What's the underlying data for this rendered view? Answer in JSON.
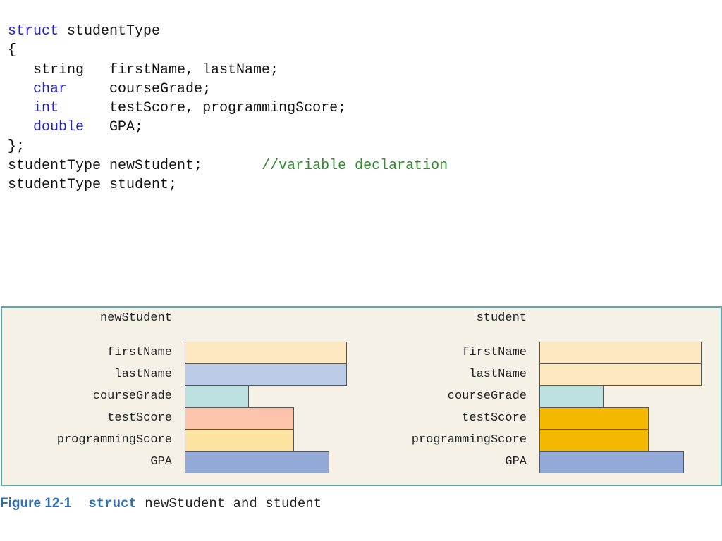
{
  "code": {
    "lines": [
      {
        "segments": [
          {
            "t": "struct",
            "c": "kw"
          },
          {
            "t": " studentType",
            "c": ""
          }
        ]
      },
      {
        "segments": [
          {
            "t": "{",
            "c": ""
          }
        ]
      },
      {
        "segments": [
          {
            "t": "   string   firstName, lastName;",
            "c": ""
          }
        ]
      },
      {
        "segments": [
          {
            "t": "   ",
            "c": ""
          },
          {
            "t": "char",
            "c": "kw"
          },
          {
            "t": "     courseGrade;",
            "c": ""
          }
        ]
      },
      {
        "segments": [
          {
            "t": "   ",
            "c": ""
          },
          {
            "t": "int",
            "c": "kw"
          },
          {
            "t": "      testScore, programmingScore;",
            "c": ""
          }
        ]
      },
      {
        "segments": [
          {
            "t": "   ",
            "c": ""
          },
          {
            "t": "double",
            "c": "kw"
          },
          {
            "t": "   GPA;",
            "c": ""
          }
        ]
      },
      {
        "segments": [
          {
            "t": "};",
            "c": ""
          }
        ]
      },
      {
        "segments": [
          {
            "t": "studentType newStudent;       ",
            "c": ""
          },
          {
            "t": "//variable declaration",
            "c": "cm"
          }
        ]
      },
      {
        "segments": [
          {
            "t": "studentType student;",
            "c": ""
          }
        ]
      }
    ]
  },
  "figure": {
    "left": {
      "title": "newStudent",
      "fields": [
        {
          "label": "firstName",
          "color": "#fde8bf"
        },
        {
          "label": "lastName",
          "color": "#bccbe6"
        },
        {
          "label": "courseGrade",
          "color": "#bde0e1"
        },
        {
          "label": "testScore",
          "color": "#fbc4ab"
        },
        {
          "label": "programmingScore",
          "color": "#fde3a0"
        },
        {
          "label": "GPA",
          "color": "#93aad8"
        }
      ]
    },
    "right": {
      "title": "student",
      "fields": [
        {
          "label": "firstName",
          "color": "#fde8bf"
        },
        {
          "label": "lastName",
          "color": "#fde8bf"
        },
        {
          "label": "courseGrade",
          "color": "#bde0e1"
        },
        {
          "label": "testScore",
          "color": "#f5b800"
        },
        {
          "label": "programmingScore",
          "color": "#f5b800"
        },
        {
          "label": "GPA",
          "color": "#93aad8"
        }
      ]
    }
  },
  "caption": {
    "figure_label": "Figure 12-1",
    "struct_word": "struct",
    "rest": " newStudent and student"
  }
}
